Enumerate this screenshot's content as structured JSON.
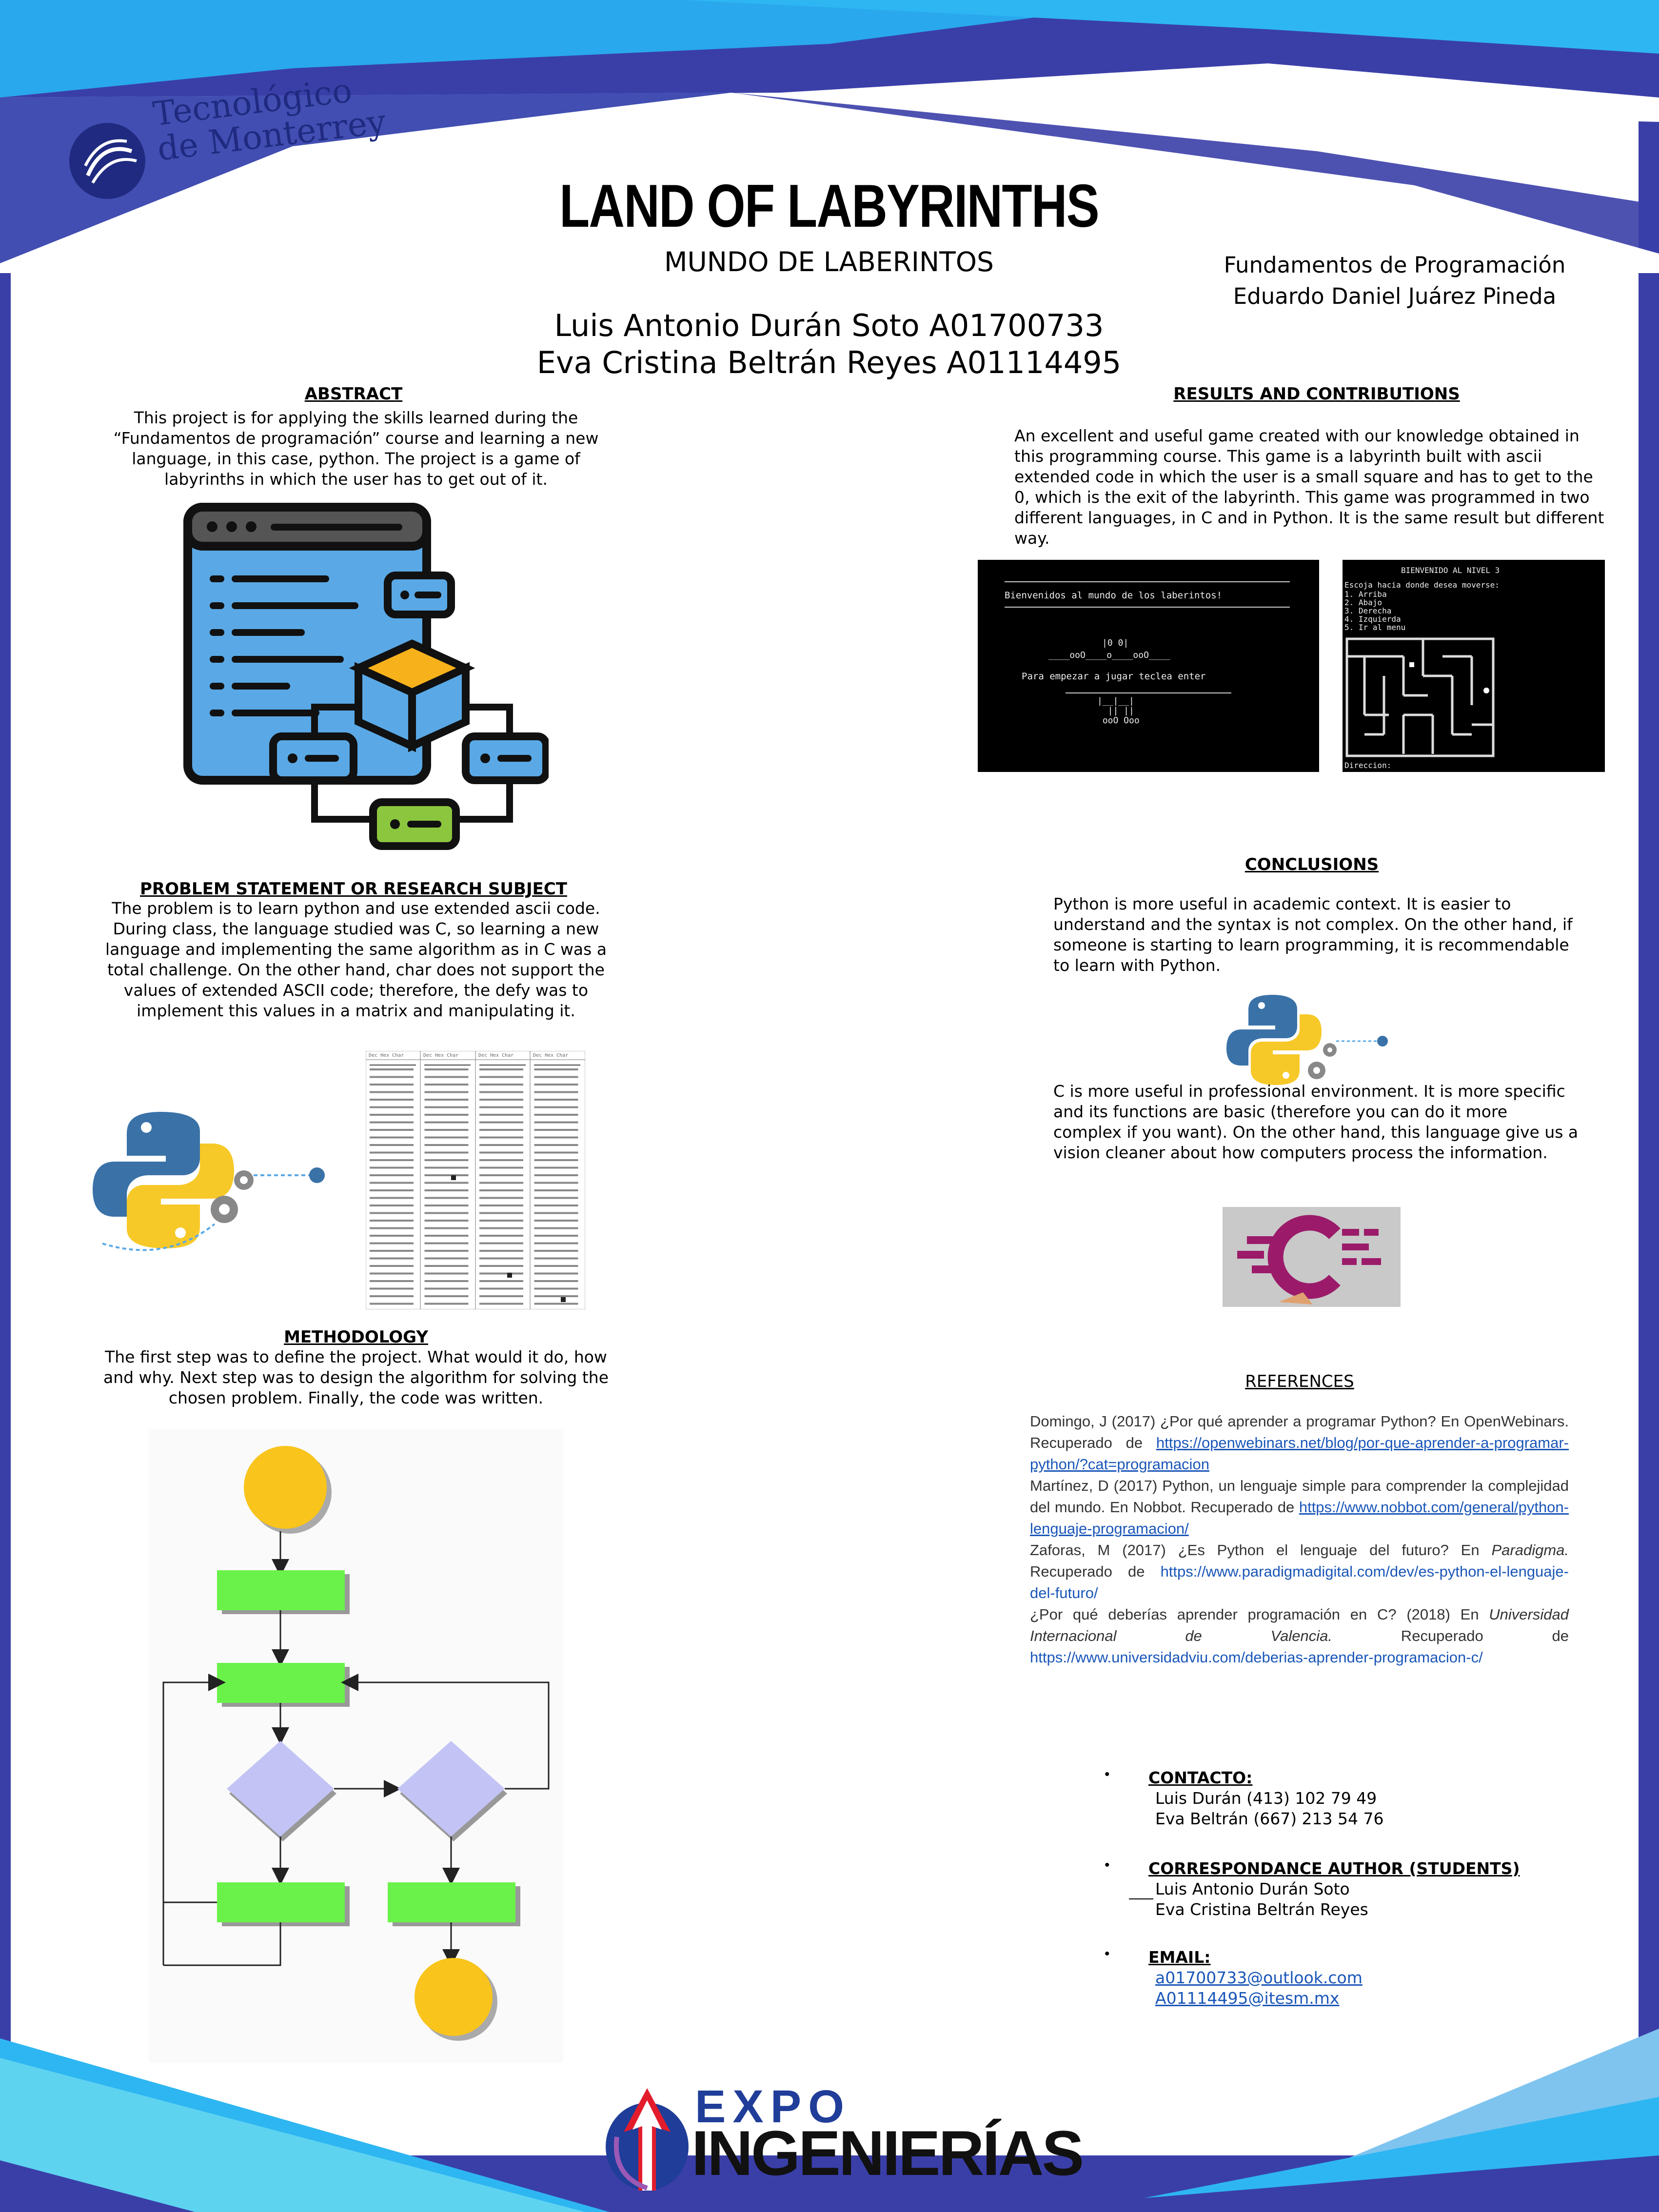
{
  "colors": {
    "frame_blue": "#3a3fa8",
    "sky": "#29a8ee",
    "light_sky": "#7fd0f5",
    "link": "#1a56b8",
    "c_purple": "#9b1b6a"
  },
  "header": {
    "logo_line1": "Tecnológico",
    "logo_line2": "de Monterrey",
    "title": "LAND OF LABYRINTHS",
    "subtitle": "MUNDO DE LABERINTOS",
    "authors": [
      "Luis Antonio Durán Soto A01700733",
      "Eva Cristina Beltrán Reyes A01114495"
    ],
    "course": "Fundamentos de Programación",
    "professor": "Eduardo Daniel Juárez Pineda"
  },
  "abstract": {
    "heading": "ABSTRACT",
    "text": "This project is for applying the skills learned during the “Fundamentos de programación” course and learning a new language, in this case, python. The project is a game of labyrinths in which the user has to get out of it."
  },
  "problem": {
    "heading": "PROBLEM STATEMENT OR RESEARCH SUBJECT",
    "text": "The problem is to learn python and use extended ascii code. During class, the language studied was C, so learning a new language and implementing the same algorithm as in C was a total challenge. On the other hand, char does not support the values of extended ASCII code; therefore, the defy was to implement this values in a matrix and manipulating it."
  },
  "methodology": {
    "heading": "METHODOLOGY",
    "text": "The first step was to define the project. What would it do, how and why. Next step was to design the algorithm for solving the chosen problem. Finally, the code was written."
  },
  "results": {
    "heading": "RESULTS AND CONTRIBUTIONS",
    "text": "An excellent and useful game created with our knowledge obtained in this programming course. This game is a labyrinth built with ascii extended code in which the user is a small square and has to get to the 0, which is the exit of the labyrinth. This game was programmed in two different languages, in C and in Python. It is the same result but different way."
  },
  "screen1": {
    "welcome": "Bienvenidos al mundo de los laberintos!",
    "prompt": "Para empezar a jugar teclea enter"
  },
  "screen2": {
    "title": "BIENVENIDO AL NIVEL 3",
    "question": "Escoja hacia donde desea moverse:",
    "options": [
      "1. Arriba",
      "2. Abajo",
      "3. Derecha",
      "4. Izquierda",
      "5. Ir al menu"
    ],
    "footer": "Direccion:"
  },
  "conclusions": {
    "heading": "CONCLUSIONS",
    "python_text": "Python is more useful in academic context. It is easier to understand and the syntax is not complex. On the other hand, if someone is starting to learn programming, it is recommendable to learn with Python.",
    "c_text": "C is more useful in professional environment. It is more specific and its functions are basic (therefore you can do it more complex if you want). On the other hand, this language give us a vision cleaner about how computers process the information."
  },
  "references": {
    "heading": "REFERENCES",
    "r1_text": "Domingo, J (2017) ¿Por qué aprender a programar Python? En OpenWebinars. Recuperado de ",
    "r1_link": "https://openwebinars.net/blog/por-que-aprender-a-programar-python/?cat=programacion",
    "r2_text": "Martínez, D (2017) Python, un lenguaje simple para comprender la complejidad del mundo. En Nobbot. Recuperado de ",
    "r2_link": "https://www.nobbot.com/general/python-lenguaje-programacion/",
    "r3_text_a": "Zaforas, M (2017) ¿Es Python el lenguaje del futuro? En ",
    "r3_italic": "Paradigma.",
    "r3_text_b": " Recuperado de ",
    "r3_link": "https://www.paradigmadigital.com/dev/es-python-el-lenguaje-del-futuro/",
    "r4_text_a": "¿Por qué deberías aprender programación en C? (2018) En ",
    "r4_italic": "Universidad Internacional de Valencia.",
    "r4_text_b": " Recuperado de ",
    "r4_link": "https://www.universidadviu.com/deberias-aprender-programacion-c/"
  },
  "contact": {
    "contact_head": "CONTACTO:",
    "contact_lines": [
      "Luis Durán (413) 102 79 49",
      "Eva Beltrán (667) 213 54 76"
    ],
    "author_head": "CORRESPONDANCE AUTHOR (STUDENTS)",
    "author_lines": [
      "Luis Antonio Durán Soto",
      "Eva Cristina Beltrán Reyes"
    ],
    "email_head": "EMAIL:",
    "emails": [
      "a01700733@outlook.com",
      "A01114495@itesm.mx"
    ]
  },
  "footer_logo": {
    "line1": "EXPO",
    "line2": "INGENIERÍAS"
  }
}
